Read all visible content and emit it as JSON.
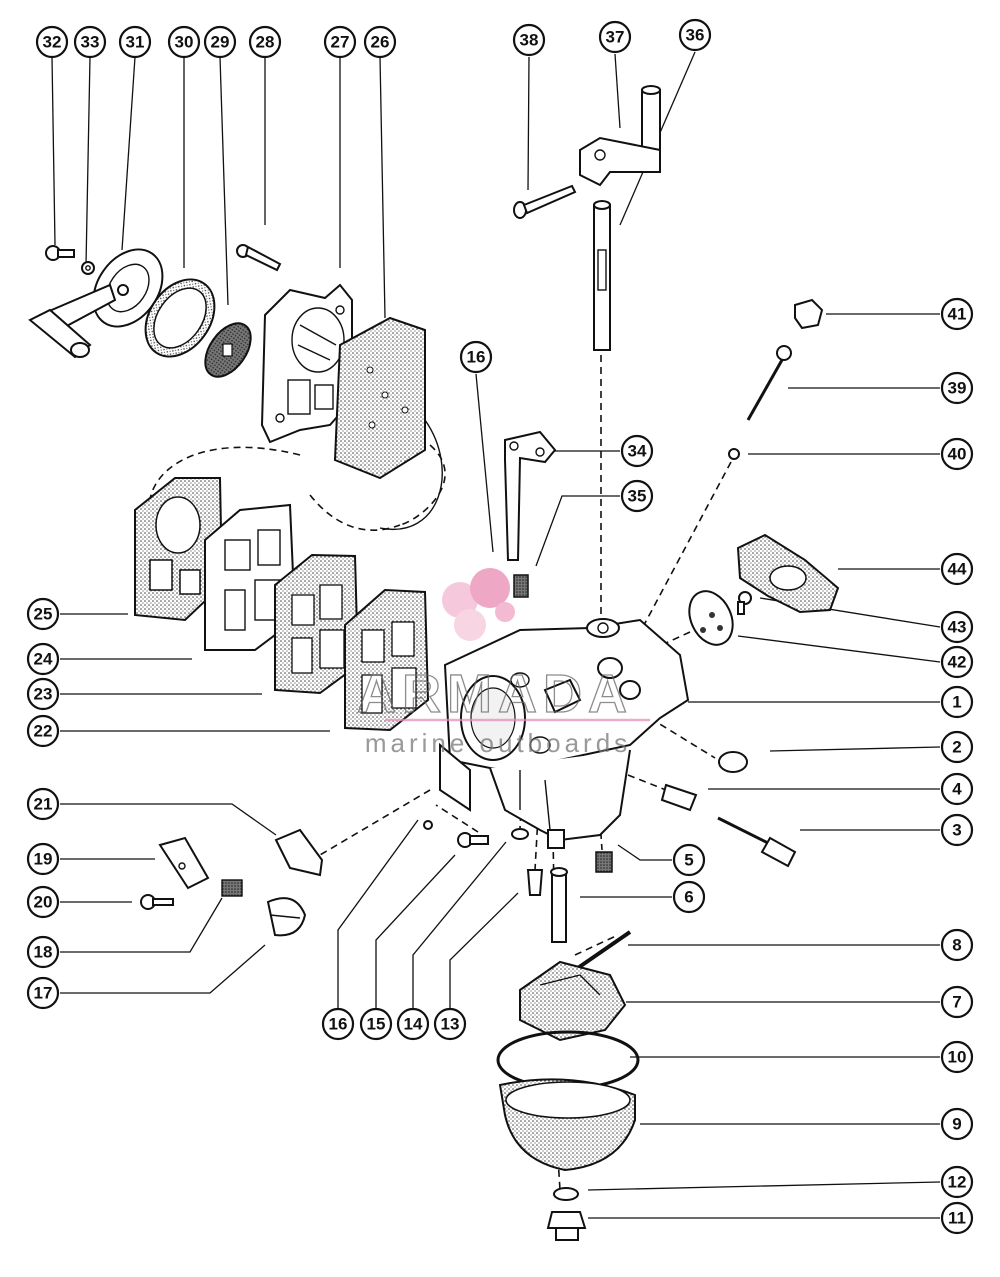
{
  "watermark": {
    "brand": "ARMADA",
    "tagline": "marine outboards",
    "color": "#e58fb7"
  },
  "diagram": {
    "colors": {
      "ink": "#111111",
      "paper": "#ffffff"
    },
    "callouts": [
      {
        "id": "c32",
        "label": "32"
      },
      {
        "id": "c33",
        "label": "33"
      },
      {
        "id": "c31",
        "label": "31"
      },
      {
        "id": "c30",
        "label": "30"
      },
      {
        "id": "c29",
        "label": "29"
      },
      {
        "id": "c28",
        "label": "28"
      },
      {
        "id": "c27",
        "label": "27"
      },
      {
        "id": "c26",
        "label": "26"
      },
      {
        "id": "c38",
        "label": "38"
      },
      {
        "id": "c37",
        "label": "37"
      },
      {
        "id": "c36",
        "label": "36"
      },
      {
        "id": "c41",
        "label": "41"
      },
      {
        "id": "c16a",
        "label": "16"
      },
      {
        "id": "c39",
        "label": "39"
      },
      {
        "id": "c34",
        "label": "34"
      },
      {
        "id": "c40",
        "label": "40"
      },
      {
        "id": "c35",
        "label": "35"
      },
      {
        "id": "c44",
        "label": "44"
      },
      {
        "id": "c25",
        "label": "25"
      },
      {
        "id": "c43",
        "label": "43"
      },
      {
        "id": "c24",
        "label": "24"
      },
      {
        "id": "c42",
        "label": "42"
      },
      {
        "id": "c23",
        "label": "23"
      },
      {
        "id": "c1",
        "label": "1"
      },
      {
        "id": "c22",
        "label": "22"
      },
      {
        "id": "c2",
        "label": "2"
      },
      {
        "id": "c4",
        "label": "4"
      },
      {
        "id": "c21",
        "label": "21"
      },
      {
        "id": "c3",
        "label": "3"
      },
      {
        "id": "c19",
        "label": "19"
      },
      {
        "id": "c5",
        "label": "5"
      },
      {
        "id": "c20",
        "label": "20"
      },
      {
        "id": "c6",
        "label": "6"
      },
      {
        "id": "c18",
        "label": "18"
      },
      {
        "id": "c8",
        "label": "8"
      },
      {
        "id": "c17",
        "label": "17"
      },
      {
        "id": "c7",
        "label": "7"
      },
      {
        "id": "c16b",
        "label": "16"
      },
      {
        "id": "c15",
        "label": "15"
      },
      {
        "id": "c14",
        "label": "14"
      },
      {
        "id": "c13",
        "label": "13"
      },
      {
        "id": "c10",
        "label": "10"
      },
      {
        "id": "c9",
        "label": "9"
      },
      {
        "id": "c12",
        "label": "12"
      },
      {
        "id": "c11",
        "label": "11"
      }
    ]
  }
}
